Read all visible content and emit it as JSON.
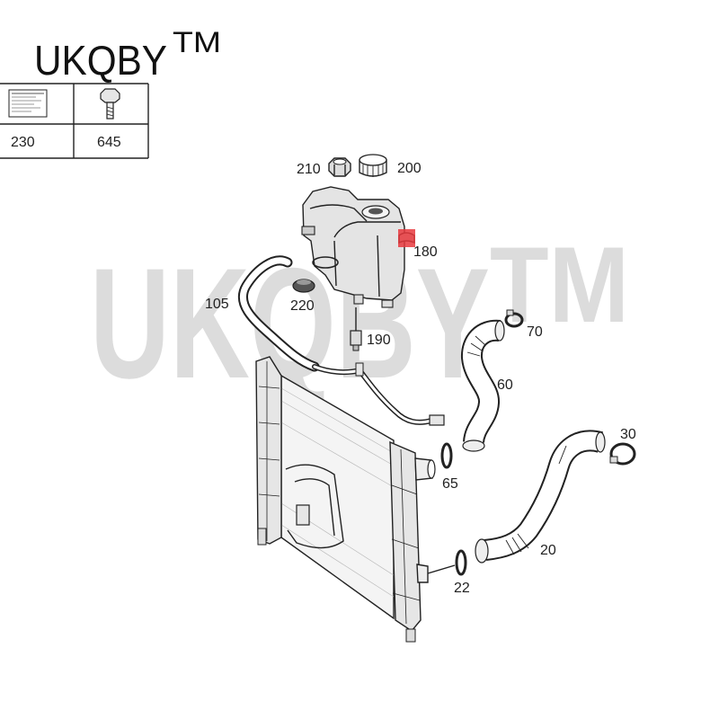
{
  "header": {
    "brand": "UKQBY",
    "tm": "TM"
  },
  "watermark": {
    "brand": "UKQBY",
    "tm": "TM"
  },
  "parts_box": {
    "cell_1": {
      "part_no": "230",
      "icon": "label-sticker-icon"
    },
    "cell_2": {
      "part_no": "645",
      "icon": "bolt-icon"
    }
  },
  "callouts": {
    "p210": "210",
    "p200": "200",
    "p180": "180",
    "p105": "105",
    "p220": "220",
    "p190": "190",
    "p70": "70",
    "p60": "60",
    "p30": "30",
    "p65": "65",
    "p20": "20",
    "p22": "22"
  },
  "colors": {
    "highlight": "#e8383d",
    "watermark": "#dcdcdc",
    "line": "#222222",
    "part_fill": "#e6e6e6"
  }
}
